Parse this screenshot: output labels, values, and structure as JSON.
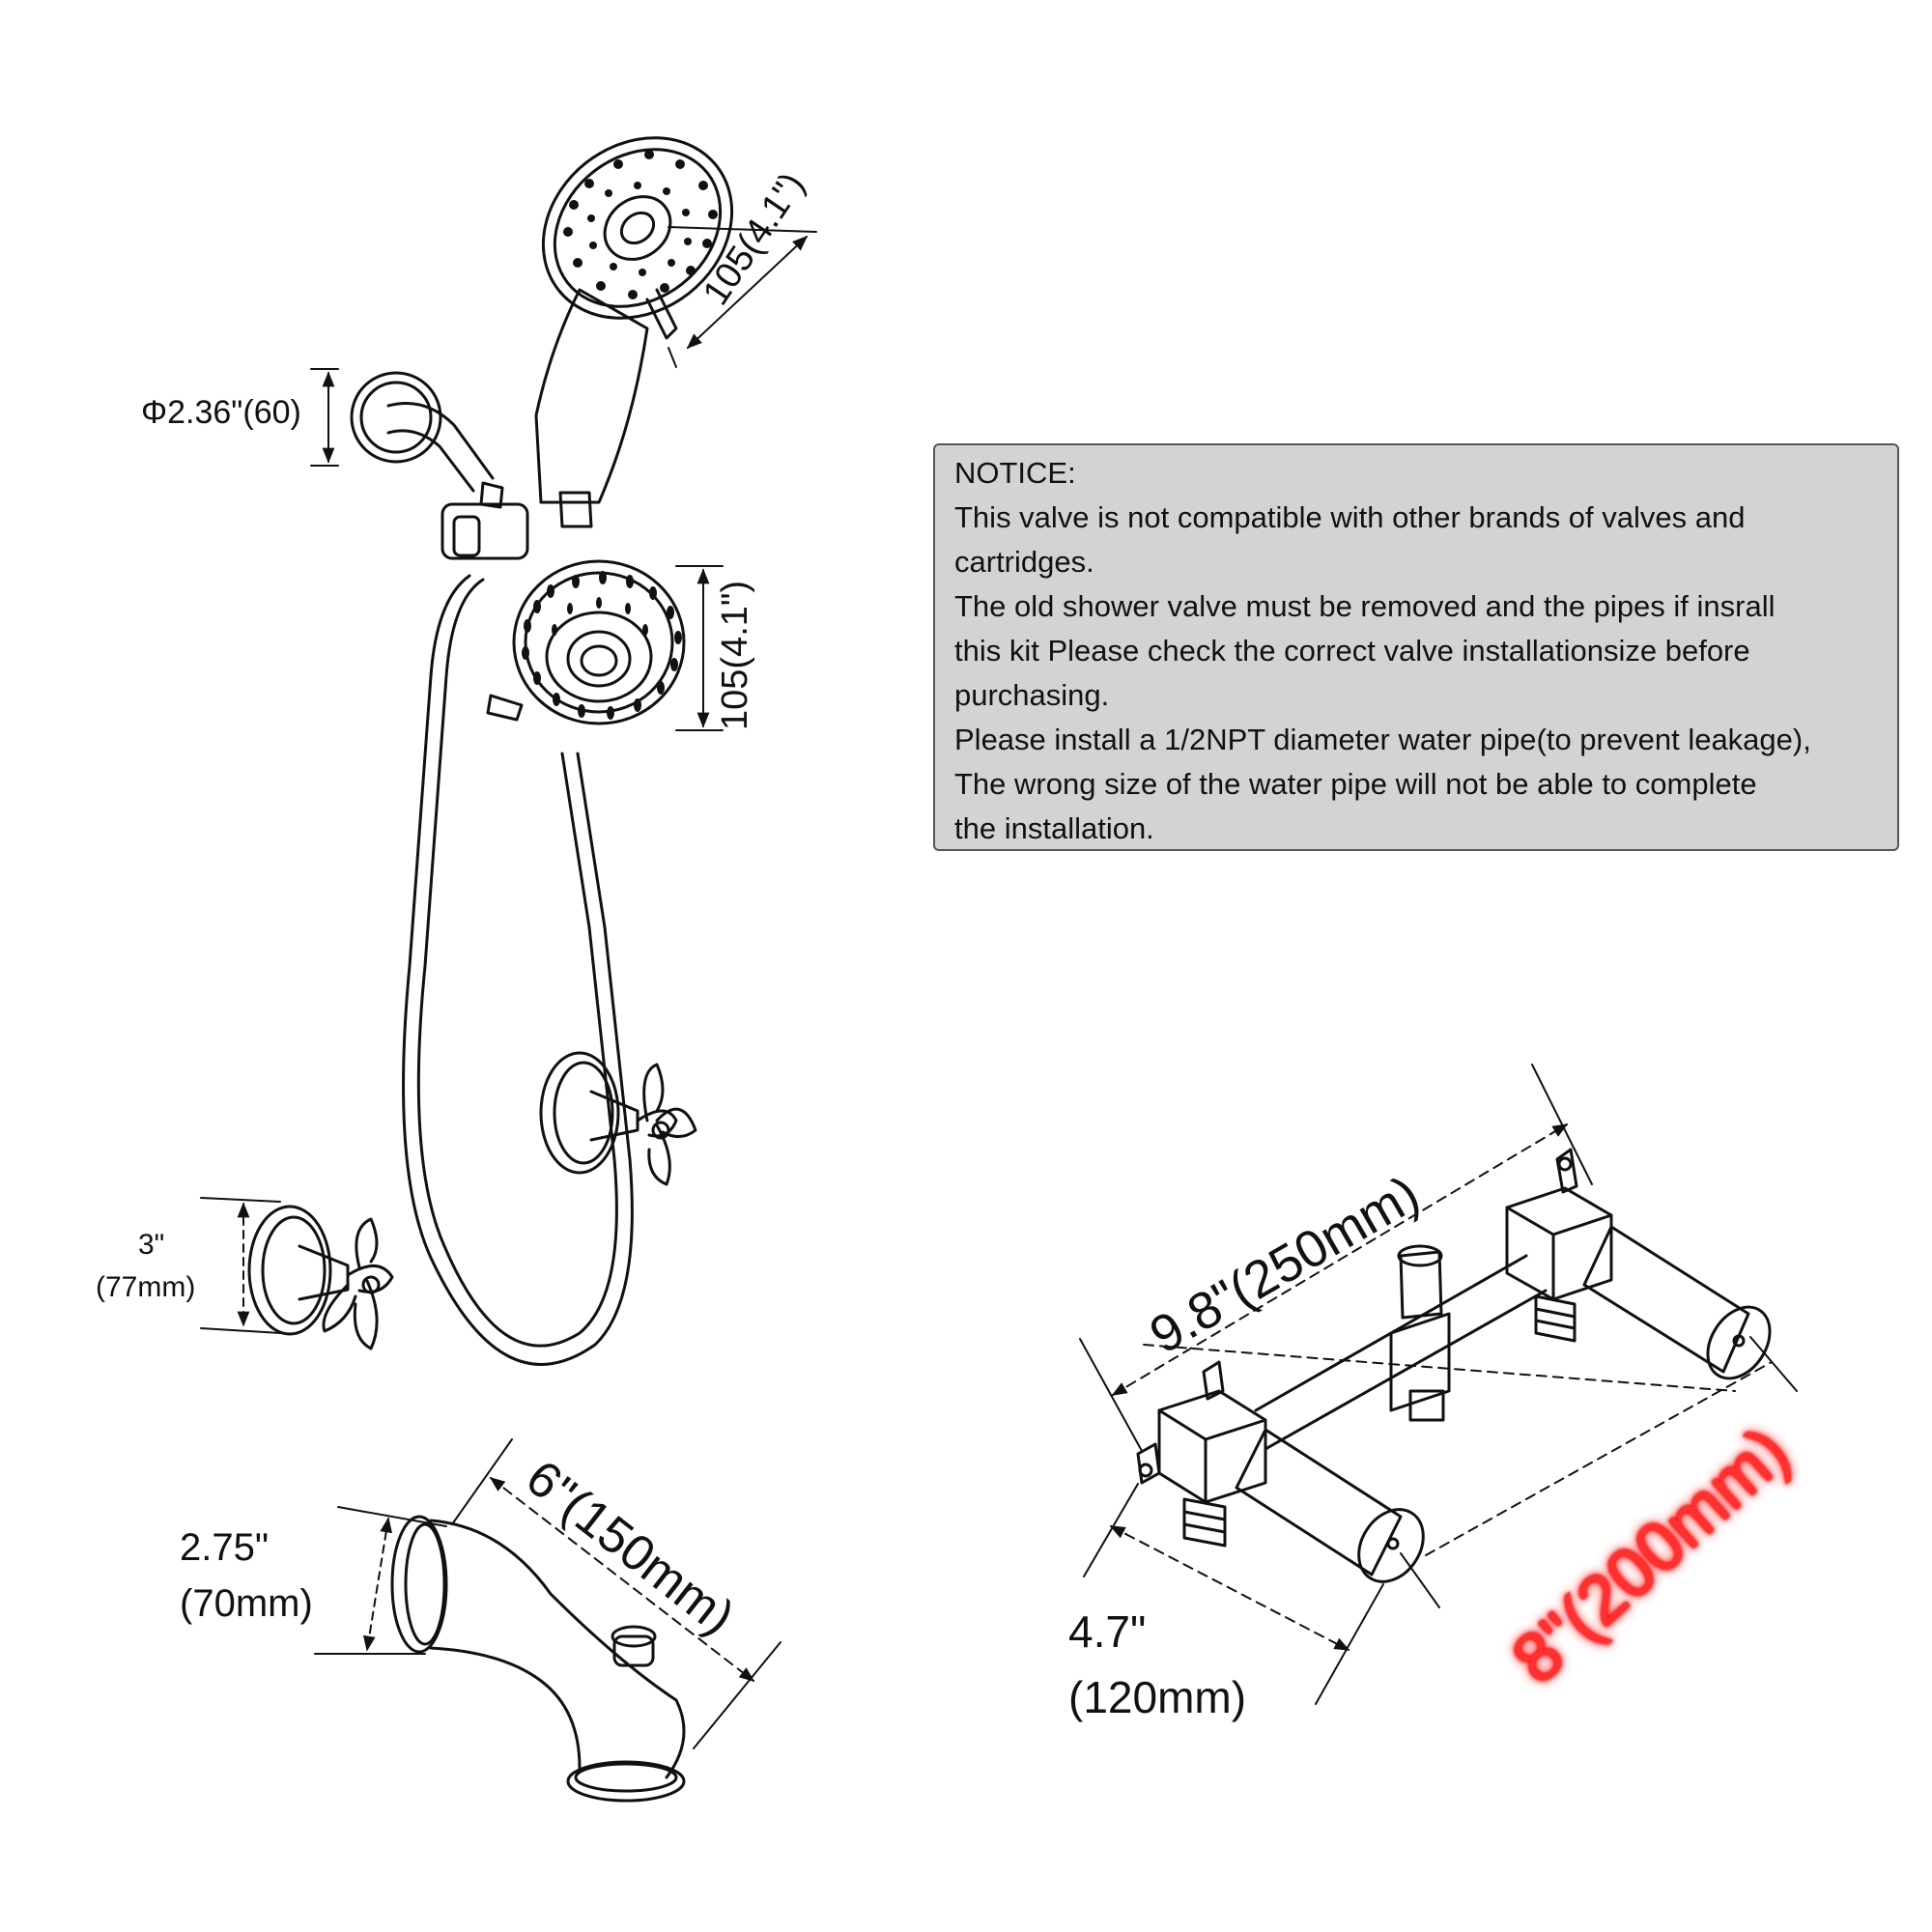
{
  "notice": {
    "title": "NOTICE:",
    "lines": [
      "This valve is not compatible with other brands of valves and",
      "cartridges.",
      "The old shower valve must be removed and the pipes if insrall",
      "this kit Please check the correct valve installationsize before",
      "purchasing.",
      "Please install a 1/2NPT diameter water pipe(to prevent leakage),",
      "The wrong size of the water pipe will not be able to complete",
      "the installation."
    ]
  },
  "dimensions": {
    "flange_diameter": "Φ2.36\"(60)",
    "handheld_head": "105(4.1\")",
    "fixed_head": "105(4.1\")",
    "handle_escutcheon_in": "3\"",
    "handle_escutcheon_mm": "(77mm)",
    "spout_height_in": "2.75\"",
    "spout_height_mm": "(70mm)",
    "spout_length": "6\"(150mm)",
    "valve_length": "9.8\"(250mm)",
    "valve_depth_in": "4.7\"",
    "valve_depth_mm": "(120mm)",
    "valve_center": "8\"(200mm)"
  },
  "colors": {
    "highlight": "#ff3030",
    "notice_bg": "#d3d3d3"
  }
}
